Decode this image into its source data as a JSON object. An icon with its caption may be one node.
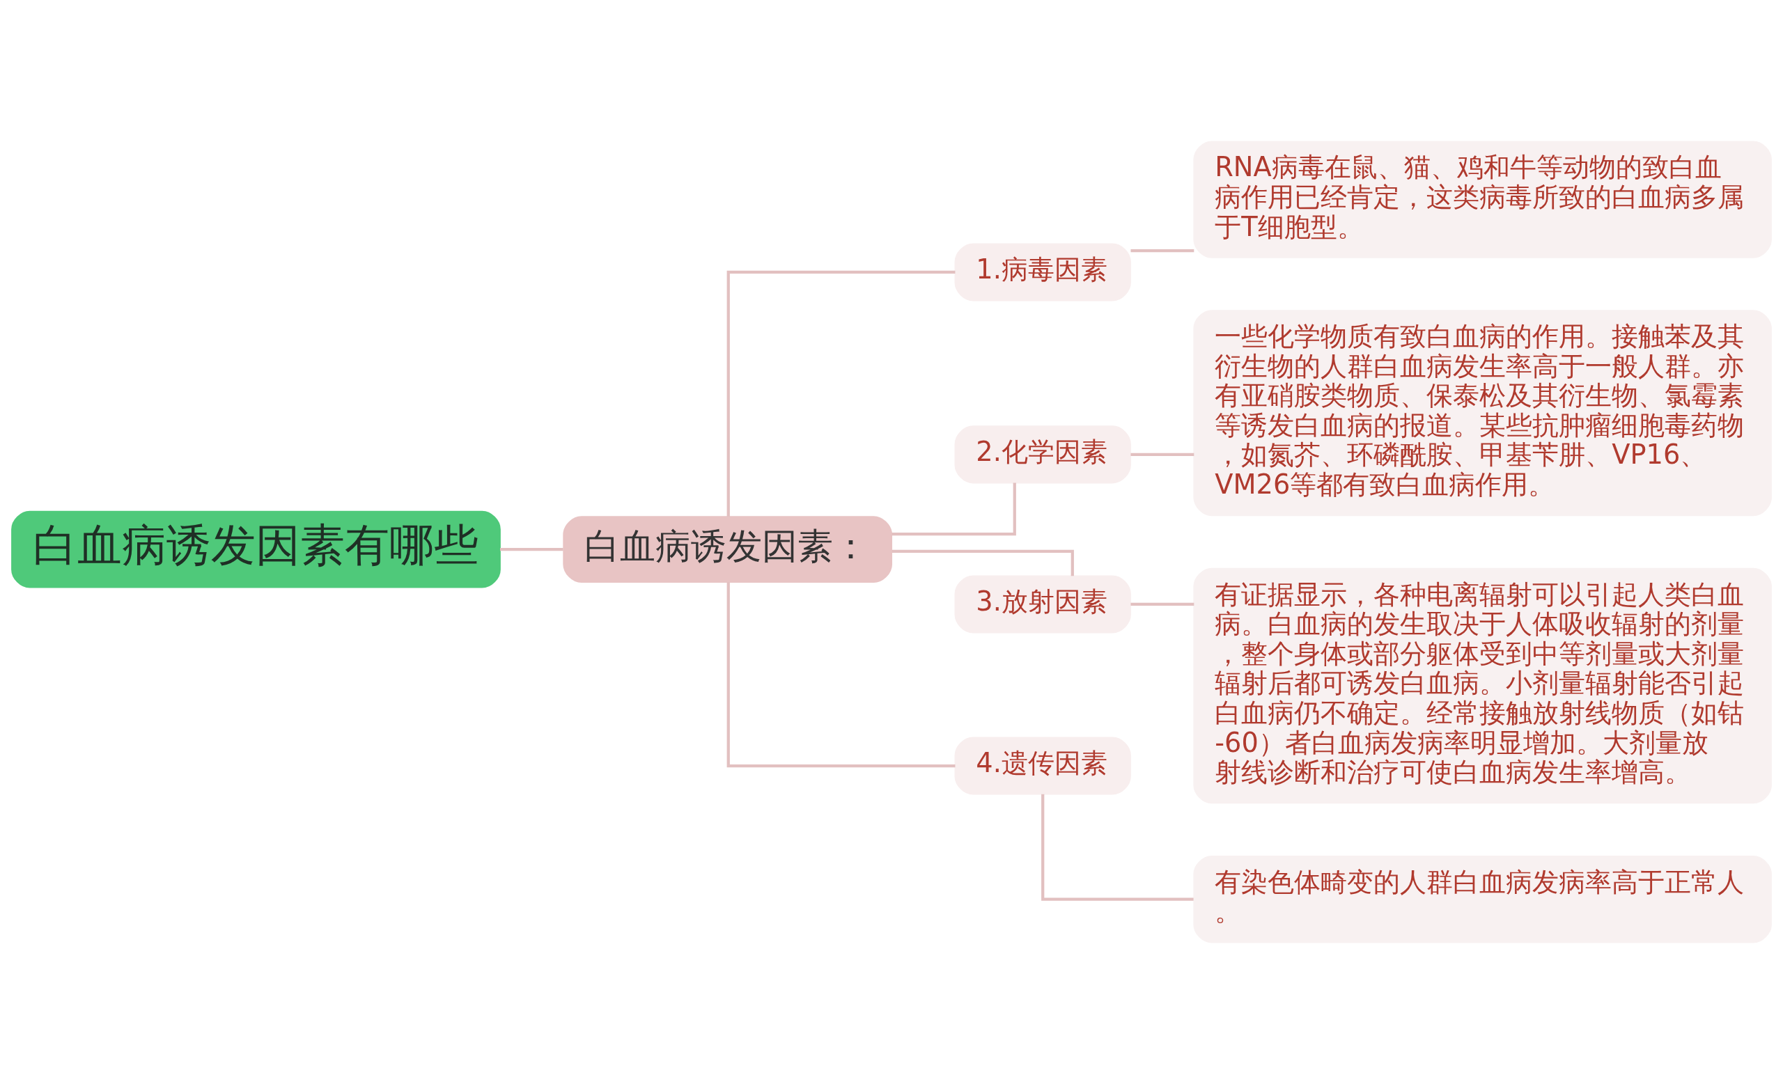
{
  "diagram": {
    "nodes": [
      {
        "text": [
          "白血病诱发因素有哪些"
        ]
      },
      {
        "text": [
          "白血病诱发因素："
        ]
      },
      {
        "text": [
          "1.病毒因素"
        ]
      },
      {
        "text": [
          "RNA病毒在鼠、猫、鸡和牛等动物的致白血病作用已经肯定，这类病毒所致的白血病多属于T细胞型。"
        ]
      },
      {
        "text": [
          "2.化学因素"
        ]
      },
      {
        "text": [
          "一些化学物质有致白血病的作用。接触苯及其衍生物的人群白血病发生率高于一般人群。亦有亚硝胺类物质、保泰松及其衍生物、氯霉素等诱发白血病的报道。某些抗肿瘤细胞毒药物，如氮芥、环磷酰胺、甲基苄肼、VP16、VM26等都有致白血病作用。"
        ]
      },
      {
        "text": [
          "3.放射因素"
        ]
      },
      {
        "text": [
          "有证据显示，各种电离辐射可以引起人类白血病。白血病的发生取决于人体吸收辐射的剂量，整个身体或部分躯体受到中等剂量或大剂量辐射后都可诱发白血病。小剂量辐射能否引起白血病仍不确定。经常接触放射线物质（如钴-60）者白血病发病率明显增加。大剂量放射线诊断和治疗可使白血病发生率增高。"
        ]
      },
      {
        "text": [
          "4.遗传因素"
        ]
      },
      {
        "text": [
          "有染色体畸变的人群白血病发病率高于正常人。"
        ]
      }
    ],
    "edges": [
      {
        "from": 0,
        "to": 1,
        "arrow": "none"
      },
      {
        "from": 1,
        "to": 2,
        "arrow": "none"
      },
      {
        "from": 2,
        "to": 3,
        "arrow": "none"
      },
      {
        "from": 1,
        "to": 4,
        "arrow": "none"
      },
      {
        "from": 4,
        "to": 5,
        "arrow": "none"
      },
      {
        "from": 1,
        "to": 6,
        "arrow": "none"
      },
      {
        "from": 6,
        "to": 7,
        "arrow": "none"
      },
      {
        "from": 1,
        "to": 8,
        "arrow": "none"
      },
      {
        "from": 8,
        "to": 9,
        "arrow": "none"
      }
    ]
  }
}
